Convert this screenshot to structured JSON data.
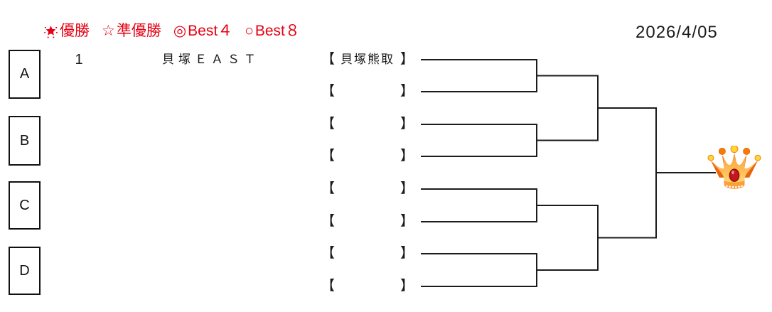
{
  "header": {
    "date": "2026/4/05"
  },
  "legend": {
    "color": "#e60012",
    "items": [
      {
        "symbol": "",
        "icon": "flower-burst-icon",
        "label": "優勝"
      },
      {
        "symbol": "☆",
        "icon": "star-outline-icon",
        "label": "準優勝"
      },
      {
        "symbol": "◎",
        "icon": "double-circle-icon",
        "label": "Best４"
      },
      {
        "symbol": "○",
        "icon": "circle-icon",
        "label": "Best８"
      }
    ]
  },
  "blocks": [
    {
      "label": "A"
    },
    {
      "label": "B"
    },
    {
      "label": "C"
    },
    {
      "label": "D"
    }
  ],
  "seed": {
    "number": "1",
    "team": "貝塚ＥＡＳＴ"
  },
  "bracket": {
    "open": "【",
    "close": "】",
    "slots": [
      {
        "team": "貝塚熊取"
      },
      {
        "team": ""
      },
      {
        "team": ""
      },
      {
        "team": ""
      },
      {
        "team": ""
      },
      {
        "team": ""
      },
      {
        "team": ""
      },
      {
        "team": ""
      }
    ]
  },
  "winner": {
    "icon": "crown-icon"
  }
}
